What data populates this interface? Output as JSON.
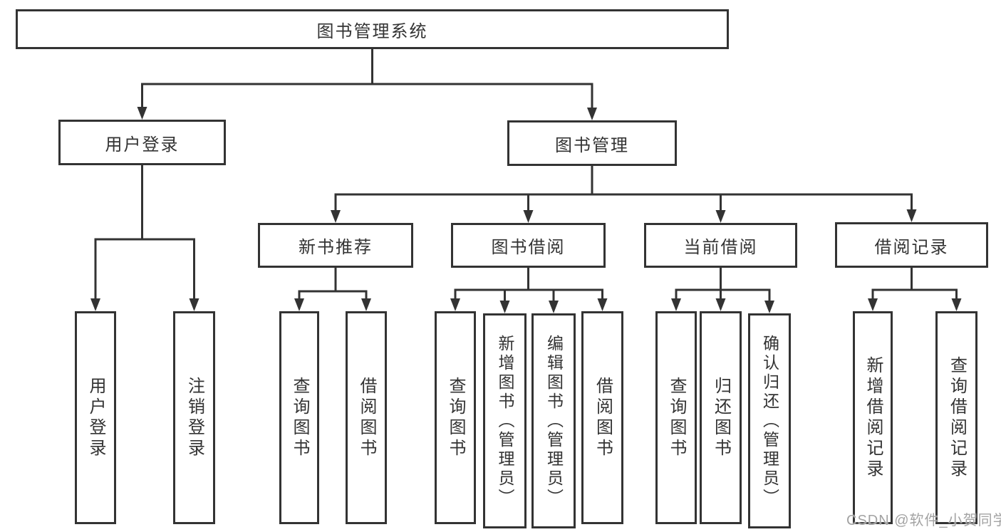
{
  "diagram": {
    "root": {
      "id": "library-management-system",
      "label": "图书管理系统"
    },
    "level2": [
      {
        "id": "user-login",
        "label": "用户登录"
      },
      {
        "id": "book-management",
        "label": "图书管理"
      }
    ],
    "level3": [
      {
        "id": "new-book-recommend",
        "parent": "book-management",
        "label": "新书推荐"
      },
      {
        "id": "book-borrow",
        "parent": "book-management",
        "label": "图书借阅"
      },
      {
        "id": "current-borrow",
        "parent": "book-management",
        "label": "当前借阅"
      },
      {
        "id": "borrow-records",
        "parent": "book-management",
        "label": "借阅记录"
      }
    ],
    "level4": [
      {
        "parent": "user-login",
        "label": "用户登录"
      },
      {
        "parent": "user-login",
        "label": "注销登录"
      },
      {
        "parent": "new-book-recommend",
        "label": "查询图书"
      },
      {
        "parent": "new-book-recommend",
        "label": "借阅图书"
      },
      {
        "parent": "book-borrow",
        "label": "查询图书"
      },
      {
        "parent": "book-borrow",
        "label": "新增图书（管理员）"
      },
      {
        "parent": "book-borrow",
        "label": "编辑图书（管理员）"
      },
      {
        "parent": "book-borrow",
        "label": "借阅图书"
      },
      {
        "parent": "current-borrow",
        "label": "查询图书"
      },
      {
        "parent": "current-borrow",
        "label": "归还图书"
      },
      {
        "parent": "current-borrow",
        "label": "确认归还（管理员）"
      },
      {
        "parent": "borrow-records",
        "label": "新增借阅记录"
      },
      {
        "parent": "borrow-records",
        "label": "查询借阅记录"
      }
    ]
  },
  "watermark": {
    "text": "CSDN @软件_小贺同学",
    "color": "#a3a3a3"
  },
  "colors": {
    "line": "#333333",
    "box_border": "#333333",
    "box_fill": "#ffffff",
    "text": "#333333",
    "background": "#ffffff"
  }
}
